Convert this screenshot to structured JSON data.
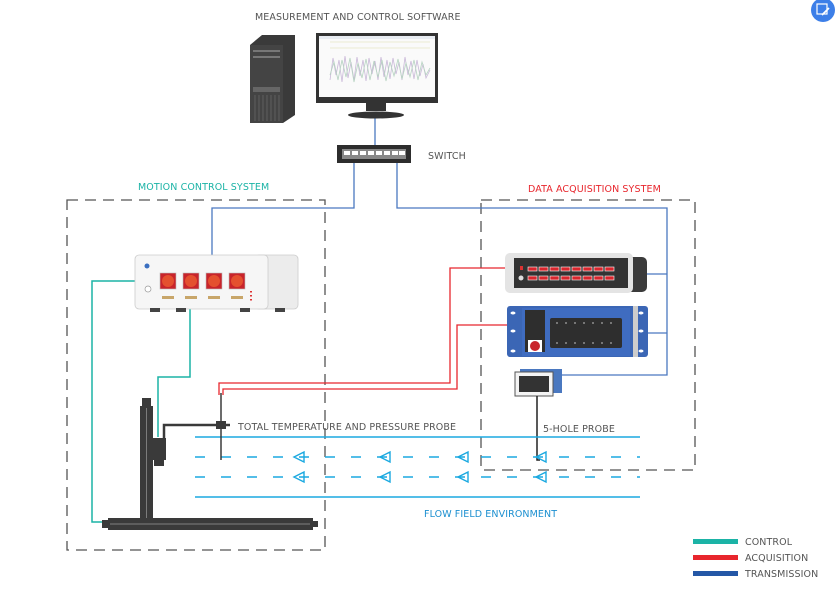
{
  "title": "MEASUREMENT AND CONTROL SOFTWARE",
  "switch_label": "SWITCH",
  "motion_system_label": "MOTION CONTROL SYSTEM",
  "daq_system_label": "DATA ACQUISITION SYSTEM",
  "probe_labels": {
    "total": "TOTAL TEMPERATURE AND PRESSURE PROBE",
    "five_hole": "5-HOLE PROBE"
  },
  "flow_label": "FLOW FIELD ENVIRONMENT",
  "legend": [
    {
      "label": "CONTROL",
      "color": "#1bb3a6"
    },
    {
      "label": "ACQUISITION",
      "color": "#e8262d"
    },
    {
      "label": "TRANSMISSION",
      "color": "#2457a6"
    }
  ],
  "colors": {
    "control": "#1bb3a6",
    "acquisition": "#e8262d",
    "transmission": "#4a78c0",
    "flow": "#1ba9e0",
    "motion_label": "#1bb3a6",
    "daq_label": "#e8262d",
    "flow_label": "#1b8fd0"
  },
  "corner_icon": "edit-document-icon"
}
